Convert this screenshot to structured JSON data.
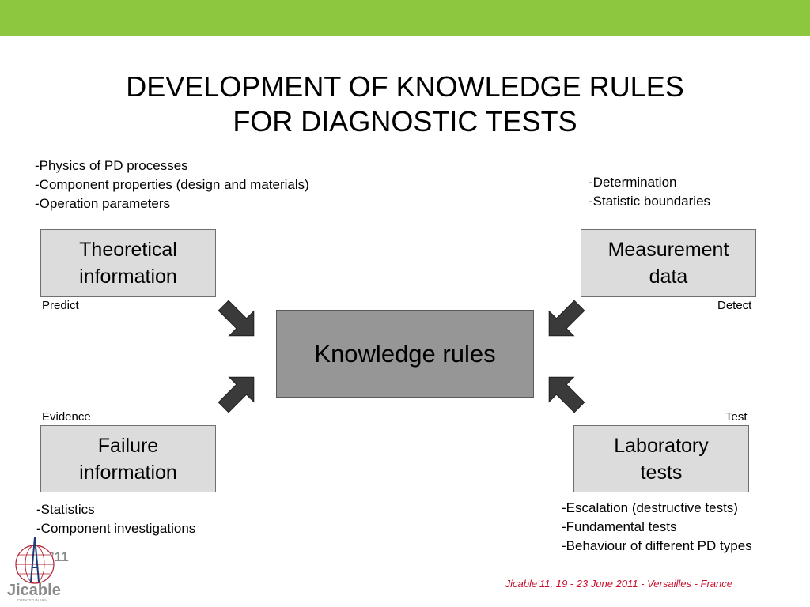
{
  "header": {
    "accent_color": "#8dc63f"
  },
  "title": {
    "line1": "DEVELOPMENT OF KNOWLEDGE RULES",
    "line2": "FOR DIAGNOSTIC TESTS"
  },
  "notes": {
    "top_left": [
      "-Physics of PD processes",
      "-Component properties (design and materials)",
      "-Operation parameters"
    ],
    "top_right": [
      "-Determination",
      "-Statistic boundaries"
    ],
    "bottom_left": [
      "-Statistics",
      "-Component investigations"
    ],
    "bottom_right": [
      "-Escalation (destructive tests)",
      "-Fundamental tests",
      "-Behaviour of different PD types"
    ]
  },
  "boxes": {
    "theoretical": "Theoretical\ninformation",
    "measurement": "Measurement\ndata",
    "failure": "Failure\ninformation",
    "laboratory": "Laboratory\ntests",
    "center": "Knowledge rules"
  },
  "labels": {
    "predict": "Predict",
    "detect": "Detect",
    "evidence": "Evidence",
    "test": "Test"
  },
  "footer": {
    "text": "Jicable’11, 19 - 23 June 2011 - Versailles - France"
  },
  "logo": {
    "main": "Jicable",
    "year": "’11",
    "tagline": "CREATED IN 1984"
  },
  "colors": {
    "box_fill": "#dcdcdc",
    "center_fill": "#969696",
    "arrow": "#3a3a3a",
    "footer": "#c8102e"
  }
}
